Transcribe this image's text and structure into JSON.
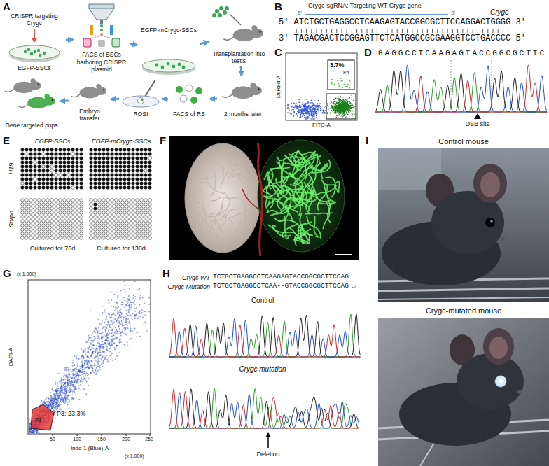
{
  "diagram": {
    "nodes": [
      {
        "text": [
          "CRISPR targeting Crygc",
          "EGFP-SSCs"
        ]
      },
      {
        "text": [
          "FACS of SSCs harboring CRISPR plasmid"
        ]
      },
      {
        "text": [
          "EGFP-mCrygc-SSCs"
        ]
      },
      {
        "text": [
          "Transplantation into testis"
        ]
      },
      {
        "text": [
          "2 months later"
        ]
      },
      {
        "text": [
          "FACS of RS"
        ]
      },
      {
        "text": [
          "ROSI"
        ]
      },
      {
        "text": [
          "Embryo transfer"
        ]
      },
      {
        "text": [
          "Gene targeted pups"
        ]
      }
    ],
    "edges": [
      {
        "from": 0,
        "to": 1,
        "arrow": "to"
      },
      {
        "from": 1,
        "to": 2,
        "arrow": "to"
      },
      {
        "from": 2,
        "to": 3,
        "arrow": "to"
      },
      {
        "from": 3,
        "to": 4,
        "arrow": "to"
      },
      {
        "from": 4,
        "to": 5,
        "arrow": "to"
      },
      {
        "from": 5,
        "to": 6,
        "arrow": "to"
      },
      {
        "from": 6,
        "to": 7,
        "arrow": "to"
      },
      {
        "from": 7,
        "to": 8,
        "arrow": "to"
      }
    ],
    "labels": [
      "A",
      "B",
      "Crygc-sgRNA: Targeting WT Crygc gene",
      "5'",
      "3'",
      "Crygc",
      "5' ATCTGCTGAGGCCTCAAGAGTACCGGCGCTTCCAGGACTGGGG 3'",
      "3' TAGACGACTCCGGAGTTCTCATGGCCGCGAAGGTCCTGACCCC 5'",
      "C",
      "DsRed-A",
      "FITC-A",
      "3.7%",
      "P4",
      "D",
      "GAGGCCTCAAGAGTACCGGCGCTTC",
      "DSB site",
      "E",
      "EGFP-SSCs",
      "EGFP-mCrygc-SSCs",
      "H19",
      "Snrpn",
      "Cultured for 76d",
      "Cultured for 138d",
      "F",
      "G",
      "(x 1,000)",
      "DAPI-A",
      "50",
      "100",
      "150",
      "200",
      "250",
      "Indo-1 (Blue)-A",
      "(x 1,000)",
      "P3",
      "P3: 23.3%",
      "H",
      "Crygc WT",
      "TCTGCTGAGGCCTCAAGAGTACCGGCGCTTCCAG",
      "Crygc Mutation",
      "TCTGCTGAGGCCTCAA--GTACCGGCGCTTCCAG",
      "-2",
      "Control",
      "Crygc mutation",
      "Deletion",
      "I",
      "Control mouse",
      "Crygc-mutated mouse"
    ]
  }
}
